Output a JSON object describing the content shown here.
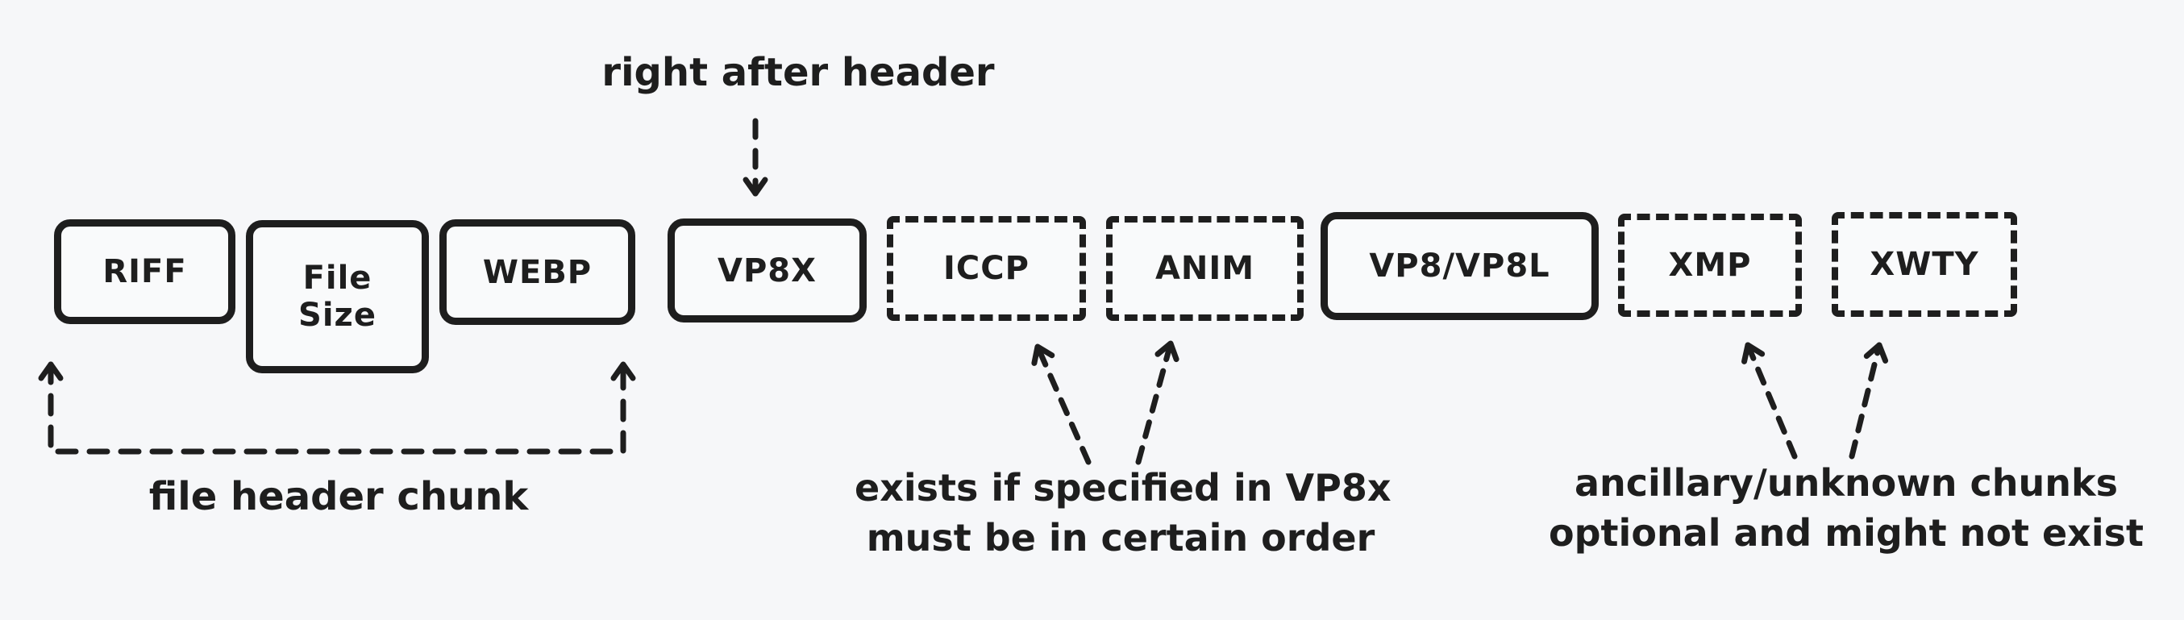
{
  "colors": {
    "background": "#f6f7f9",
    "ink": "#1e1e1e"
  },
  "chunks": [
    {
      "id": "riff",
      "label": "RIFF",
      "border": "solid"
    },
    {
      "id": "file-size",
      "label": "File Size",
      "border": "solid"
    },
    {
      "id": "webp",
      "label": "WEBP",
      "border": "solid"
    },
    {
      "id": "vp8x",
      "label": "VP8X",
      "border": "solid"
    },
    {
      "id": "iccp",
      "label": "ICCP",
      "border": "dashed"
    },
    {
      "id": "anim",
      "label": "ANIM",
      "border": "dashed"
    },
    {
      "id": "vp8-vp8l",
      "label": "VP8/VP8L",
      "border": "solid"
    },
    {
      "id": "xmp",
      "label": "XMP",
      "border": "dashed"
    },
    {
      "id": "xwty",
      "label": "XWTY",
      "border": "dashed"
    }
  ],
  "annotations": {
    "right_after_header": "right after header",
    "file_header_chunk": "file header chunk",
    "vp8x_note_line1": "exists if specified in VP8x",
    "vp8x_note_line2": "must be in certain order",
    "ancillary_note_line1": "ancillary/unknown chunks",
    "ancillary_note_line2": "optional and might not exist"
  }
}
